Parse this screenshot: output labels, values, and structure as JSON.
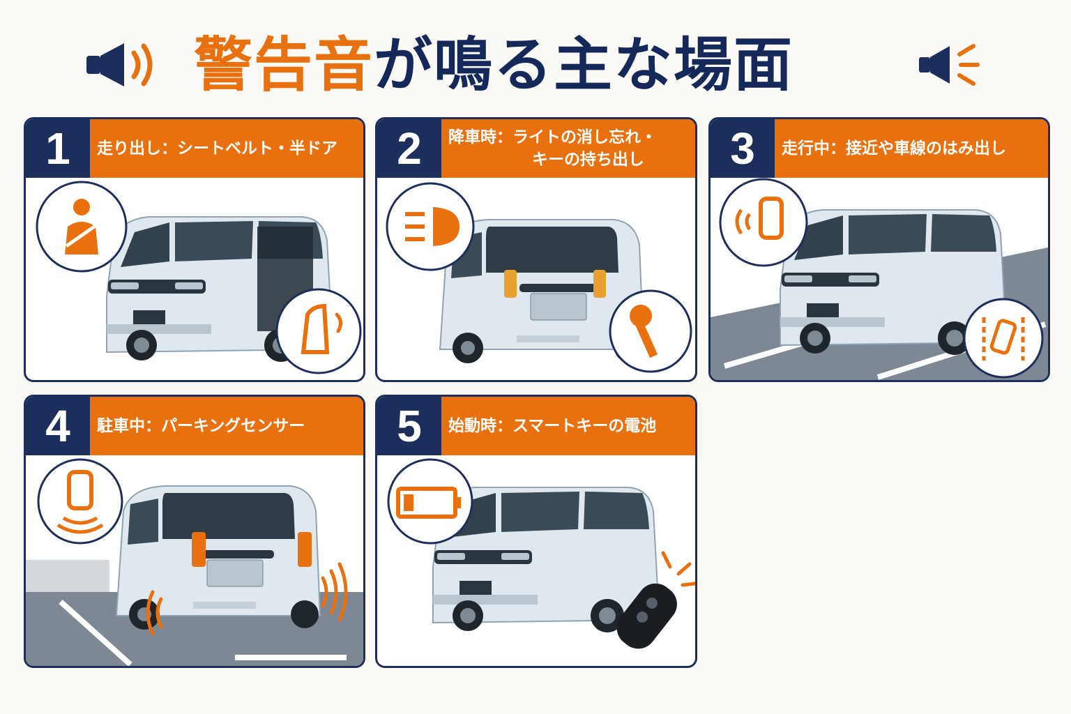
{
  "title": {
    "part1": "警告音",
    "part2": "が鳴る主な場面",
    "left_icon": "speaker-icon",
    "right_icon": "speaker-alert-icon"
  },
  "colors": {
    "navy": "#1b2e5c",
    "orange": "#e8700f",
    "car": "#dfe8ee"
  },
  "cards": [
    {
      "number": "1",
      "label": "走り出し：シートベルト・半ドア",
      "icons": [
        "seatbelt-icon",
        "open-door-icon"
      ]
    },
    {
      "number": "2",
      "label_line1": "降車時：ライトの消し忘れ・",
      "label_line2": "キーの持ち出し",
      "icons": [
        "headlight-icon",
        "key-icon"
      ]
    },
    {
      "number": "3",
      "label": "走行中：接近や車線のはみ出し",
      "icons": [
        "car-proximity-icon",
        "lane-departure-icon"
      ]
    },
    {
      "number": "4",
      "label": "駐車中：パーキングセンサー",
      "icons": [
        "parking-sensor-icon"
      ]
    },
    {
      "number": "5",
      "label": "始動時：スマートキーの電池",
      "icons": [
        "battery-icon",
        "smart-key-icon"
      ]
    }
  ]
}
